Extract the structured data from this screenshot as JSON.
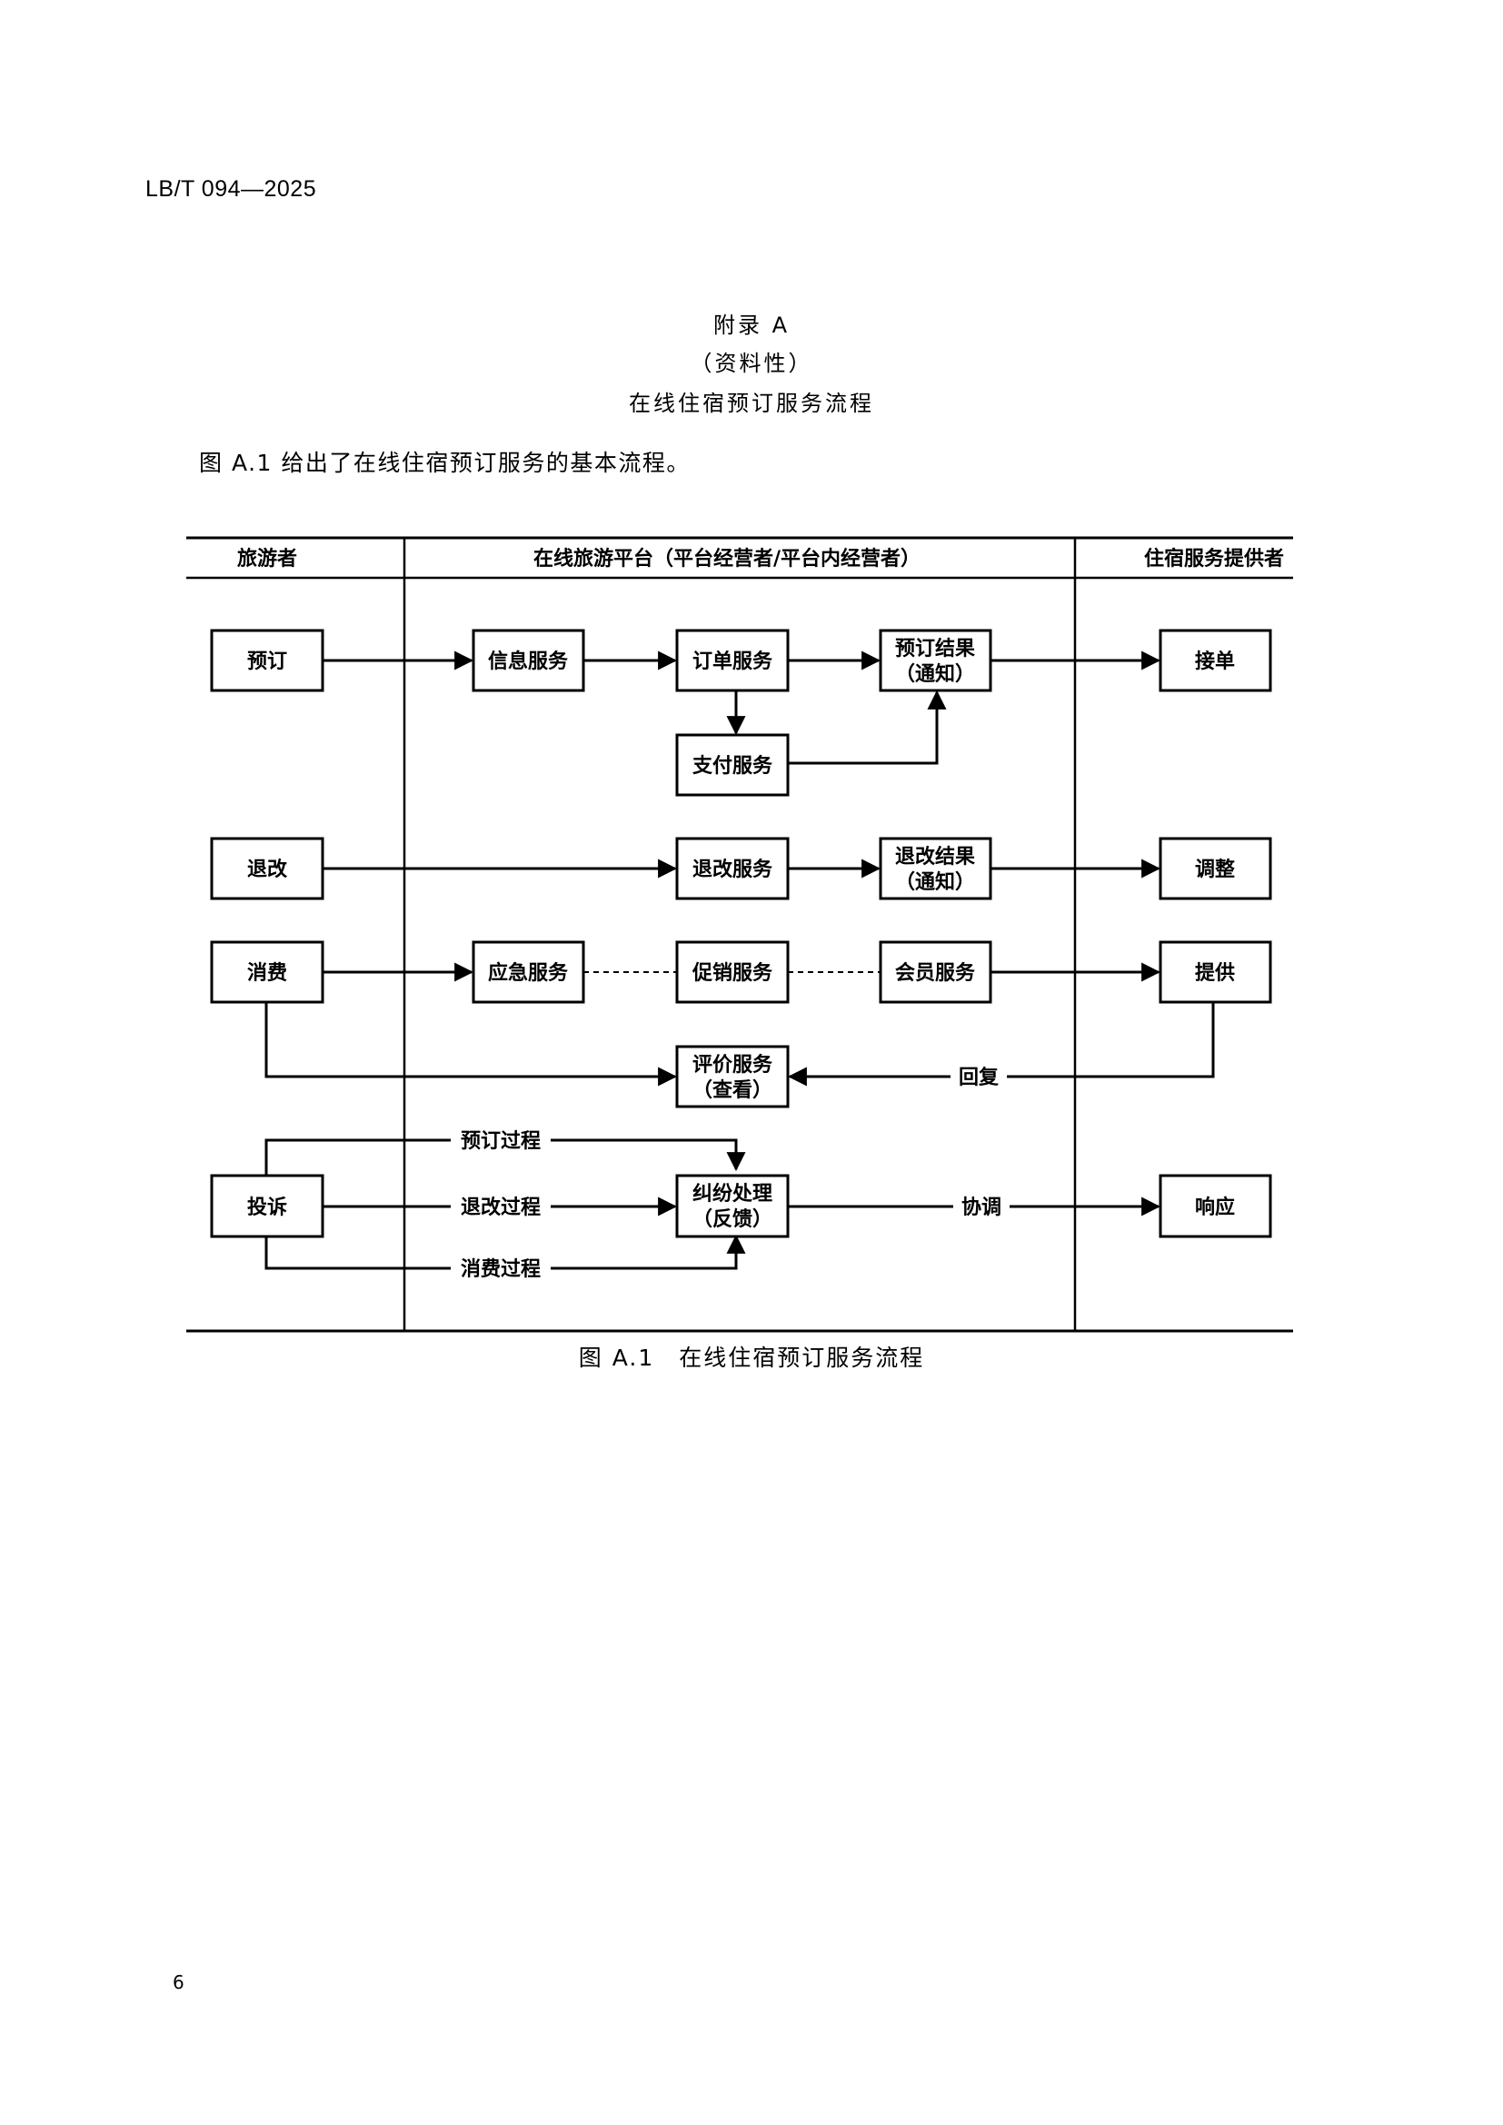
{
  "header": {
    "standard_code": "LB/T 094—2025"
  },
  "appendix": {
    "title": "附录 A",
    "nature": "（资料性）",
    "heading": "在线住宿预订服务流程"
  },
  "intro_text": "图 A.1 给出了在线住宿预订服务的基本流程。",
  "flowchart": {
    "lanes": {
      "traveler": "旅游者",
      "platform": "在线旅游平台（平台经营者/平台内经营者）",
      "provider": "住宿服务提供者"
    },
    "nodes": {
      "booking": "预订",
      "refund_change": "退改",
      "consumption": "消费",
      "complaint": "投诉",
      "info_service": "信息服务",
      "order_service": "订单服务",
      "payment_service": "支付服务",
      "booking_result_1": "预订结果",
      "booking_result_2": "（通知）",
      "refund_service": "退改服务",
      "refund_result_1": "退改结果",
      "refund_result_2": "（通知）",
      "emergency_service": "应急服务",
      "promotion_service": "促销服务",
      "member_service": "会员服务",
      "review_service_1": "评价服务",
      "review_service_2": "（查看）",
      "dispute_1": "纠纷处理",
      "dispute_2": "（反馈）",
      "accept_order": "接单",
      "adjust": "调整",
      "provide": "提供",
      "respond": "响应"
    },
    "edge_labels": {
      "reply": "回复",
      "booking_process": "预订过程",
      "refund_process": "退改过程",
      "consumption_process": "消费过程",
      "coordinate": "协调"
    }
  },
  "figure_caption": "图 A.1　在线住宿预订服务流程",
  "page_number": "6"
}
